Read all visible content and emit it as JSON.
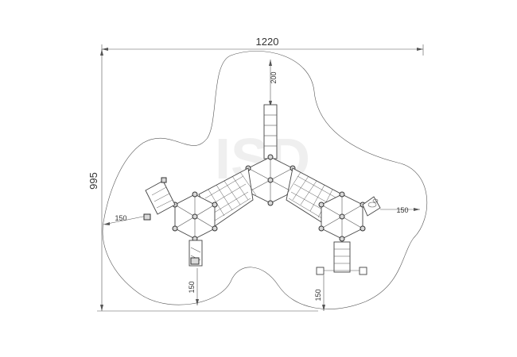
{
  "dimensions": {
    "overall_width": "1220",
    "overall_height": "995",
    "top_clearance": "200",
    "left_clearance": "150",
    "right_clearance": "150",
    "bottom_left_clearance": "150",
    "bottom_right_clearance": "150"
  },
  "watermark": "ISD",
  "colors": {
    "line": "#444444",
    "text": "#333333",
    "watermark": "#e2e2e2"
  }
}
